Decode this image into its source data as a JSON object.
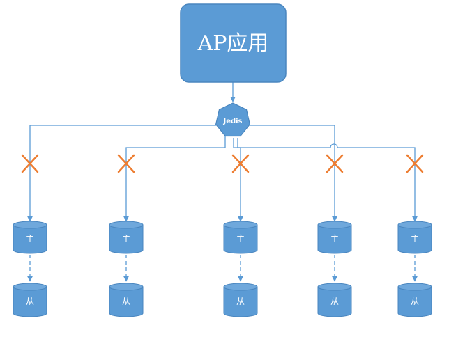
{
  "colors": {
    "node_fill": "#5b9bd5",
    "node_stroke": "#4a86bf",
    "connector": "#5b9bd5",
    "failure_mark": "#ed7d31",
    "text": "#ffffff"
  },
  "app": {
    "label": "AP应用"
  },
  "hub": {
    "label": "Jedis",
    "shape": "heptagon"
  },
  "shards": [
    {
      "master_label": "主",
      "slave_label": "从",
      "connection_failed": true
    },
    {
      "master_label": "主",
      "slave_label": "从",
      "connection_failed": true
    },
    {
      "master_label": "主",
      "slave_label": "从",
      "connection_failed": true
    },
    {
      "master_label": "主",
      "slave_label": "从",
      "connection_failed": true
    },
    {
      "master_label": "主",
      "slave_label": "从",
      "connection_failed": true
    }
  ],
  "icons": {
    "failure": "cross-mark-icon",
    "database": "cylinder-db-icon",
    "arrow": "arrow-down-icon"
  }
}
